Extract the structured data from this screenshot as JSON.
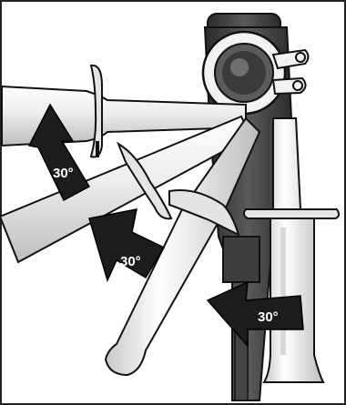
{
  "figure": {
    "angle_labels": [
      "30°",
      "30°",
      "30°"
    ],
    "colors": {
      "outline": "#111111",
      "handle_fill": "#e9e9e9",
      "handle_shade": "#bdbdbd",
      "tool_body": "#3a3a3a",
      "arrow": "#1c1c1c",
      "label": "#ffffff",
      "frame": "#222222"
    },
    "icons": [
      "side-handle",
      "rotation-arrow",
      "drill-body"
    ]
  }
}
